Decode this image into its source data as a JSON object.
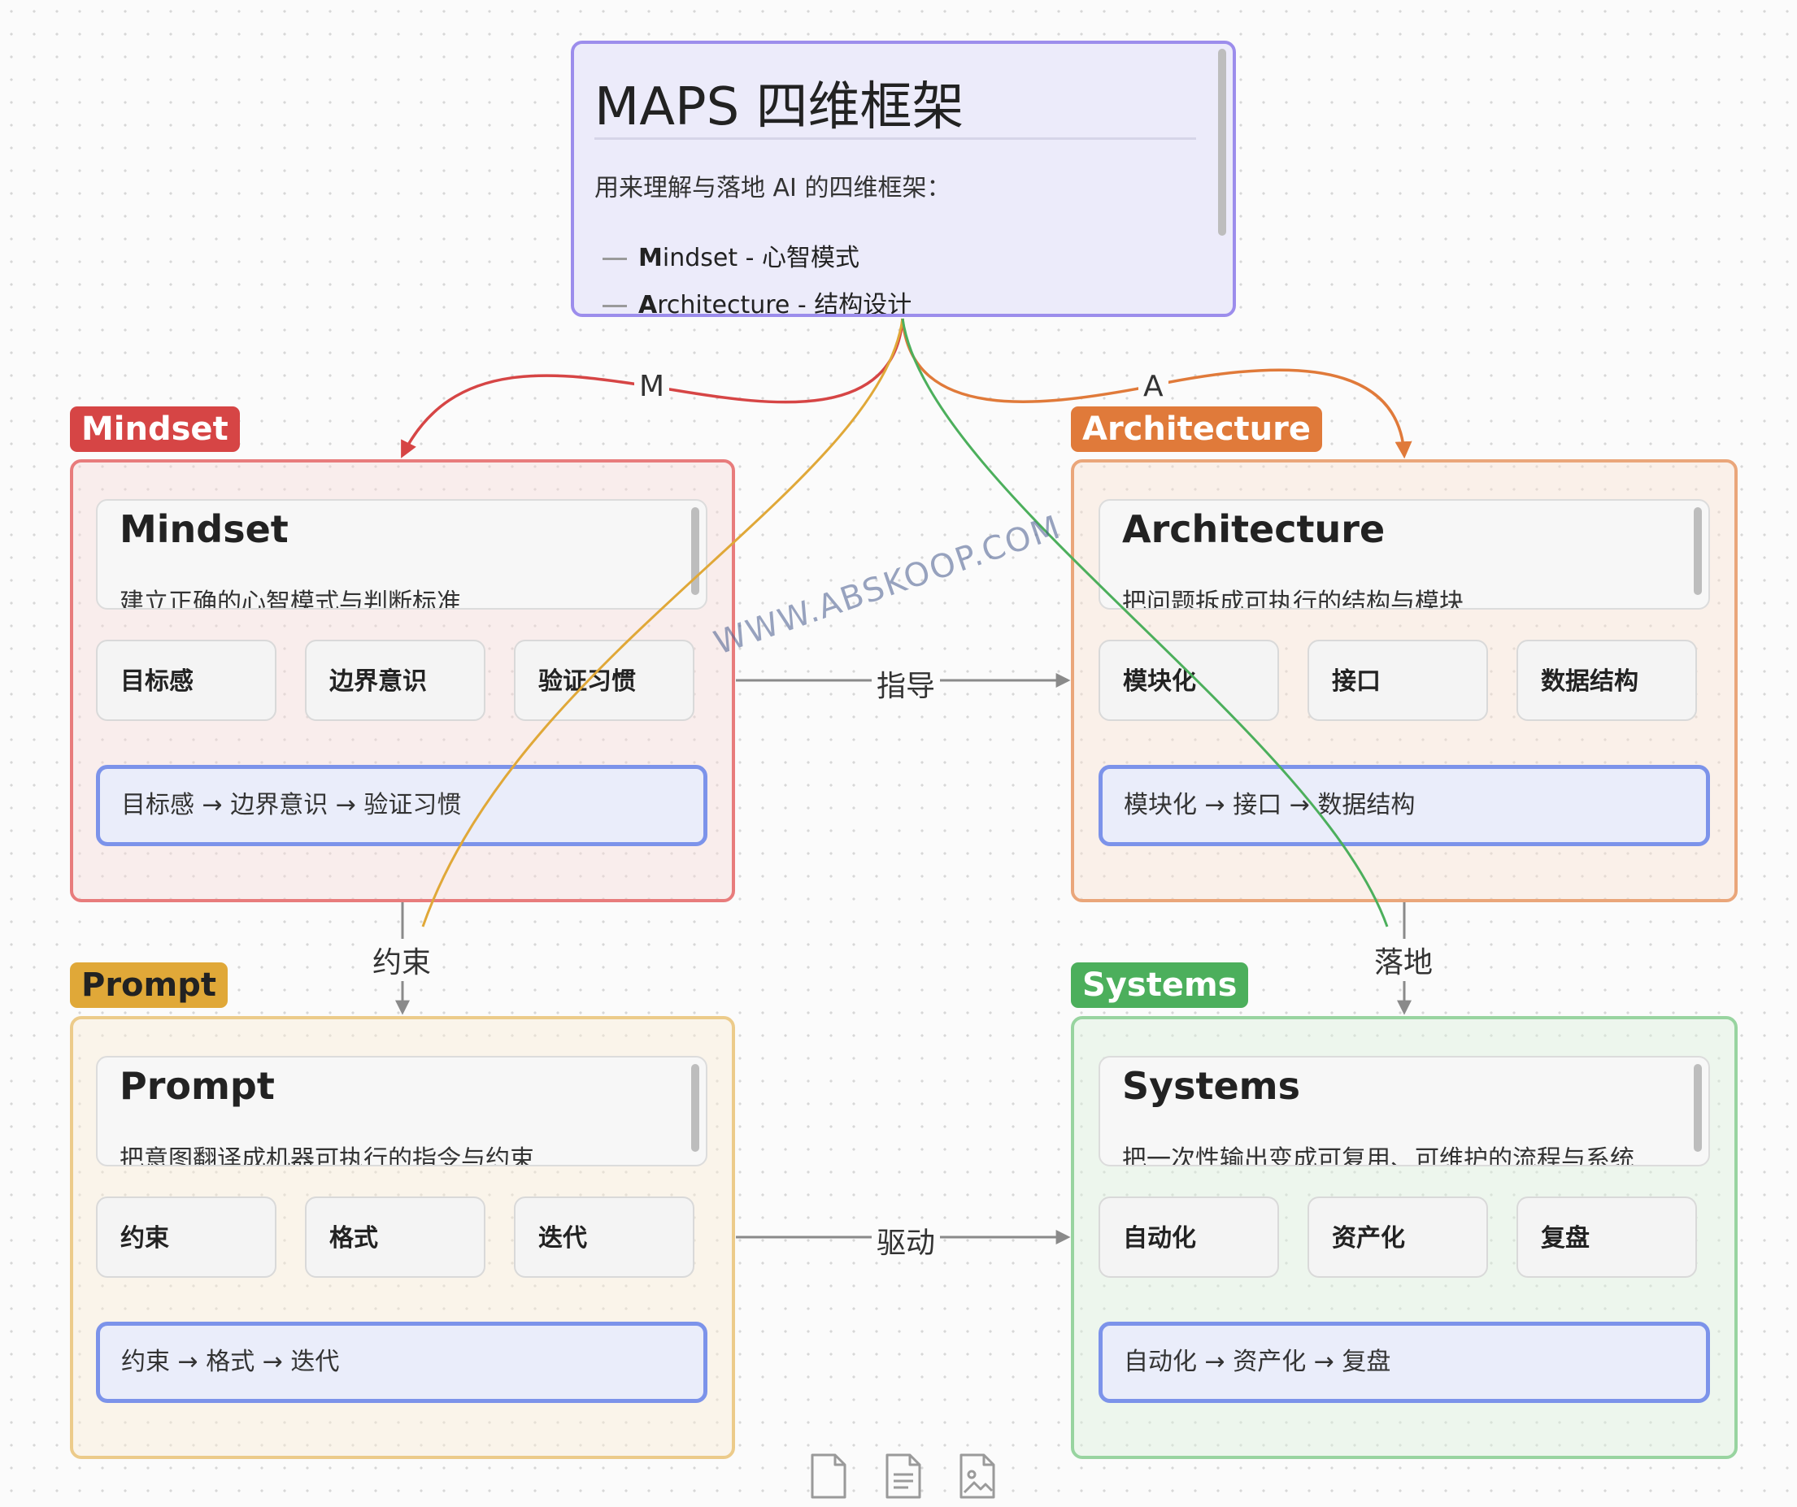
{
  "root": {
    "title": "MAPS 四维框架",
    "intro": "用来理解与落地 AI 的四维框架：",
    "items": [
      {
        "bold": "M",
        "rest": "indset - 心智模式"
      },
      {
        "bold": "A",
        "rest": "rchitecture - 结构设计"
      }
    ]
  },
  "groups": {
    "mindset": {
      "tag": "Mindset",
      "title": "Mindset",
      "desc": "建立正确的心智模式与判断标准",
      "tiles": [
        "目标感",
        "边界意识",
        "验证习惯"
      ],
      "flow": "目标感 → 边界意识 → 验证习惯"
    },
    "architecture": {
      "tag": "Architecture",
      "title": "Architecture",
      "desc": "把问题拆成可执行的结构与模块",
      "tiles": [
        "模块化",
        "接口",
        "数据结构"
      ],
      "flow": "模块化 → 接口 → 数据结构"
    },
    "prompt": {
      "tag": "Prompt",
      "title": "Prompt",
      "desc": "把意图翻译成机器可执行的指令与约束",
      "tiles": [
        "约束",
        "格式",
        "迭代"
      ],
      "flow": "约束 → 格式 → 迭代"
    },
    "systems": {
      "tag": "Systems",
      "title": "Systems",
      "desc": "把一次性输出变成可复用、可维护的流程与系统",
      "tiles": [
        "自动化",
        "资产化",
        "复盘"
      ],
      "flow": "自动化 → 资产化 → 复盘"
    }
  },
  "edges": {
    "m": "M",
    "a": "A",
    "guide": "指导",
    "constrain": "约束",
    "land": "落地",
    "drive": "驱动"
  },
  "watermark": "WWW.ABSKOOP.COM",
  "colors": {
    "mindset": "#d64545",
    "architecture": "#e07a3a",
    "prompt": "#e0a838",
    "systems": "#4caf5c",
    "root_border": "#9c8dec",
    "flow_border": "#7c93ea"
  }
}
